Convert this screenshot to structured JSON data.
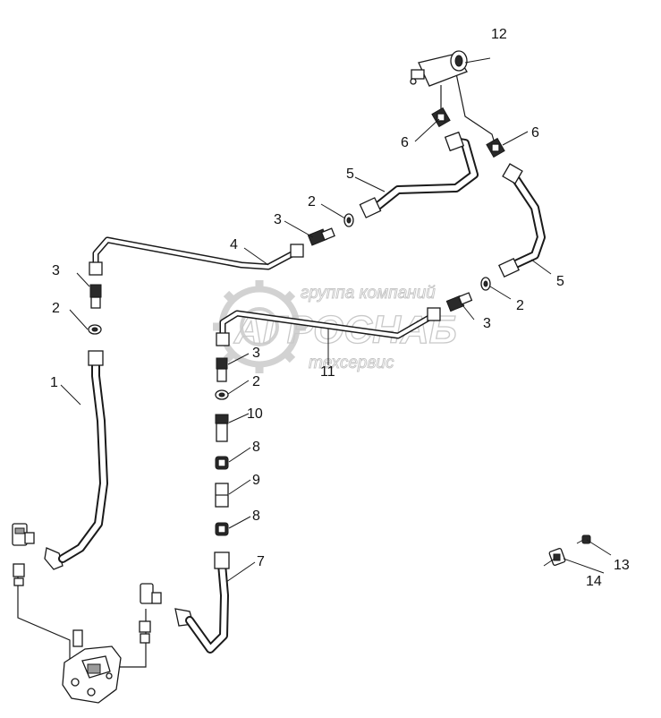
{
  "watermark": {
    "line1": "группа компаний",
    "line2": "АГРОСНАБ",
    "line3": "техсервис"
  },
  "callouts": {
    "c1": "1",
    "c2a": "2",
    "c2b": "2",
    "c2c": "2",
    "c2d": "2",
    "c3a": "3",
    "c3b": "3",
    "c3c": "3",
    "c3d": "3",
    "c4": "4",
    "c5a": "5",
    "c5b": "5",
    "c6a": "6",
    "c6b": "6",
    "c7": "7",
    "c8a": "8",
    "c8b": "8",
    "c9": "9",
    "c10": "10",
    "c11": "11",
    "c12": "12",
    "c13": "13",
    "c14": "14"
  }
}
